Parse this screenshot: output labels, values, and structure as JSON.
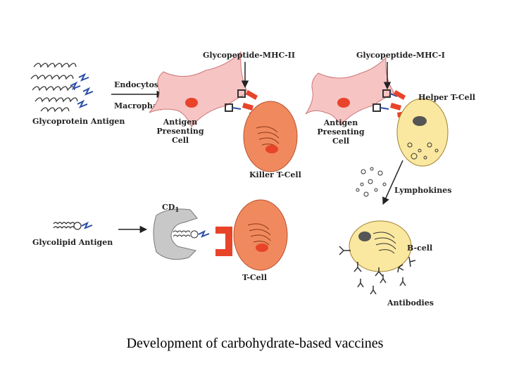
{
  "labels": {
    "mhc2": "Glycopeptide-MHC-II",
    "mhc1": "Glycopeptide-MHC-I",
    "endocytosis": "Endocytosis",
    "macrophage": "Macrophage",
    "glycoprotein": "Glycoprotein Antigen",
    "apc1_l1": "Antigen",
    "apc1_l2": "Presenting",
    "apc1_l3": "Cell",
    "apc2_l1": "Antigen",
    "apc2_l2": "Presenting",
    "apc2_l3": "Cell",
    "killer": "Killer T-Cell",
    "helper": "Helper T-Cell",
    "lymphokines": "Lymphokines",
    "cd1": "CD",
    "cd1_sub": "1",
    "glycolipid": "Glycolipid Antigen",
    "tcell": "T-Cell",
    "bcell": "B-cell",
    "antibodies": "Antibodies"
  },
  "caption": "Development of carbohydrate-based vaccines",
  "colors": {
    "apc_fill": "#f7c4c4",
    "tcell_fill": "#f08a5e",
    "bcell_fill": "#fbe8a0",
    "receptor": "#e8442a",
    "cd1_fill": "#c8c8c8",
    "nucleus": "#e8442a",
    "antigen_blue": "#2a4fa8"
  }
}
